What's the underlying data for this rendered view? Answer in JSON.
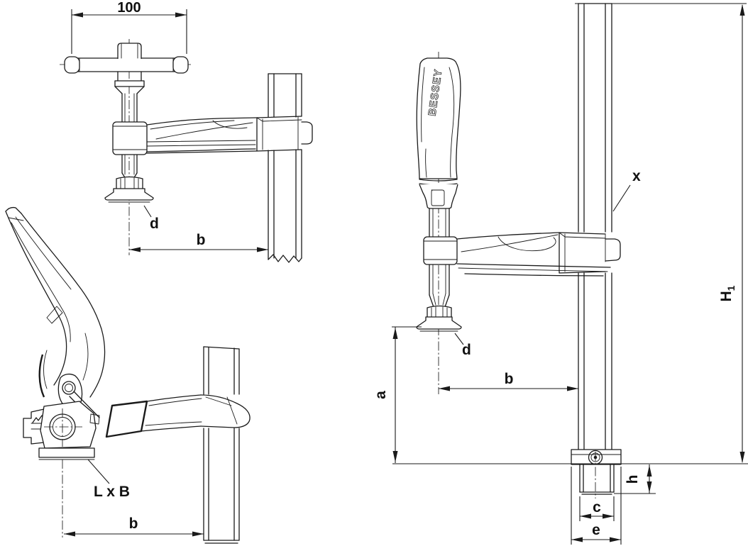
{
  "labels": {
    "brand": "BESSEY",
    "handle_width": "100",
    "pad": "d",
    "reach": "b",
    "profile": "x",
    "rail_height_main": "H",
    "rail_height_sub": "1",
    "opening": "a",
    "pad_size": "L x B",
    "end_height": "h",
    "rail_thickness": "c",
    "end_width": "e"
  },
  "colors": {
    "line": "#1a1a1a",
    "background": "#ffffff"
  }
}
